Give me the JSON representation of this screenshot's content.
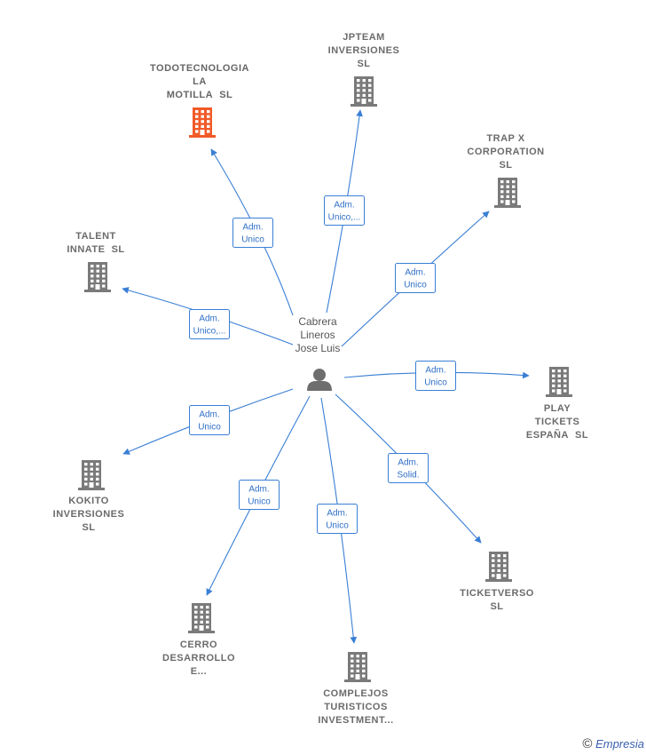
{
  "person": {
    "name_lines": [
      "Cabrera",
      "Lineros",
      "Jose Luis"
    ],
    "icon": "person-icon"
  },
  "companies": [
    {
      "id": "todotecnologia",
      "lines": [
        "TODOTECNOLOGIA",
        "LA",
        "MOTILLA  SL"
      ],
      "highlight": true,
      "role": [
        "Adm.",
        "Unico"
      ]
    },
    {
      "id": "jpteam",
      "lines": [
        "JPTEAM",
        "INVERSIONES",
        "SL"
      ],
      "highlight": false,
      "role": [
        "Adm.",
        "Unico,..."
      ]
    },
    {
      "id": "trap-x",
      "lines": [
        "TRAP X",
        "CORPORATION",
        "SL"
      ],
      "highlight": false,
      "role": [
        "Adm.",
        "Unico"
      ]
    },
    {
      "id": "talent-innate",
      "lines": [
        "TALENT",
        "INNATE  SL"
      ],
      "highlight": false,
      "role": [
        "Adm.",
        "Unico,..."
      ]
    },
    {
      "id": "play-tickets",
      "lines": [
        "PLAY",
        "TICKETS",
        "ESPAÑA  SL"
      ],
      "highlight": false,
      "role": [
        "Adm.",
        "Unico"
      ]
    },
    {
      "id": "kokito",
      "lines": [
        "KOKITO",
        "INVERSIONES",
        "SL"
      ],
      "highlight": false,
      "role": [
        "Adm.",
        "Unico"
      ]
    },
    {
      "id": "ticketverso",
      "lines": [
        "TICKETVERSO",
        "SL"
      ],
      "highlight": false,
      "role": [
        "Adm.",
        "Solid."
      ]
    },
    {
      "id": "cerro",
      "lines": [
        "CERRO",
        "DESARROLLO",
        "E..."
      ],
      "highlight": false,
      "role": [
        "Adm.",
        "Unico"
      ]
    },
    {
      "id": "complejos",
      "lines": [
        "COMPLEJOS",
        "TURISTICOS",
        "INVESTMENT..."
      ],
      "highlight": false,
      "role": [
        "Adm.",
        "Unico"
      ]
    }
  ],
  "colors": {
    "edge": "#3a7fd5",
    "building": "#7a7a7a",
    "building_highlight": "#f05a28",
    "person": "#6e6e6e"
  },
  "footer": {
    "copyright": "©",
    "brand": "Empresia"
  }
}
